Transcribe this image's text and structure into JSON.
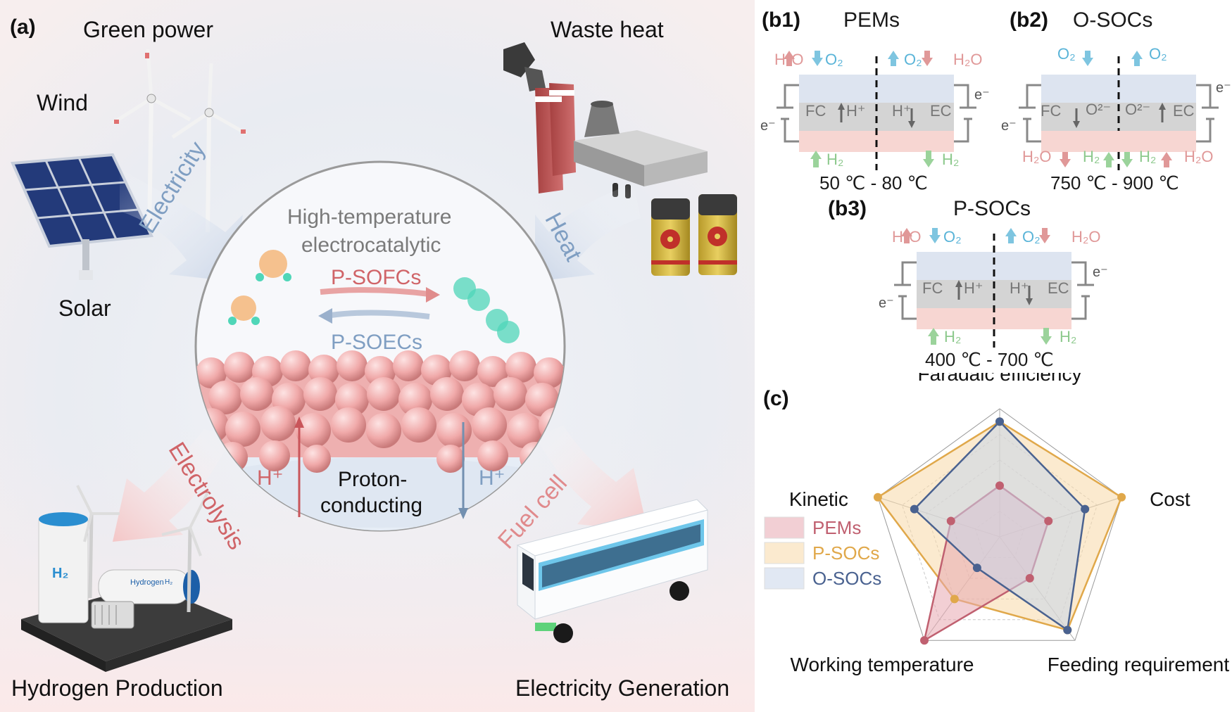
{
  "panel_a": {
    "letter": "(a)",
    "green_power": "Green power",
    "wind": "Wind",
    "solar": "Solar",
    "waste_heat": "Waste heat",
    "electricity_arrow": "Electricity",
    "heat_arrow": "Heat",
    "electrolysis_arrow": "Electrolysis",
    "fuel_cell_arrow": "Fuel cell",
    "hydrogen_production": "Hydrogen Production",
    "electricity_generation": "Electricity Generation",
    "circle_title_1": "High-temperature",
    "circle_title_2": "electrocatalytic",
    "psofcs": "P-SOFCs",
    "psoecs": "P-SOECs",
    "h_plus_left": "H⁺",
    "h_plus_right": "H⁺",
    "proton_1": "Proton-",
    "proton_2": "conducting",
    "tank_label": "H₂",
    "cylinder_label": "Hydrogen",
    "cylinder_sub": "H₂",
    "colors": {
      "red": "#c9555a",
      "blue": "#7390b0",
      "pink": "#e8a3a3",
      "teal": "#4fd6b8",
      "orange": "#f5b77a"
    }
  },
  "panel_b": {
    "b1": {
      "letter": "(b1)",
      "title": "PEMs",
      "temp": "50 ℃ - 80 ℃"
    },
    "b2": {
      "letter": "(b2)",
      "title": "O-SOCs",
      "temp": "750 ℃ - 900 ℃"
    },
    "b3": {
      "letter": "(b3)",
      "title": "P-SOCs",
      "temp": "400 ℃ - 700 ℃"
    },
    "fc": "FC",
    "ec": "EC",
    "h2o": "H₂O",
    "o2": "O₂",
    "h2": "H₂",
    "h_plus": "H⁺",
    "o2_ion": "O²⁻",
    "electron": "e⁻"
  },
  "panel_c": {
    "letter": "(c)",
    "chart_data": {
      "type": "radar",
      "axes": [
        "Faradaic efficiency",
        "Cost",
        "Feeding requirement",
        "Working temperature",
        "Kinetic"
      ],
      "max": 5,
      "series": [
        {
          "name": "PEMs",
          "values": [
            2,
            2,
            2,
            5,
            2
          ],
          "fill": "#e8a8b0",
          "stroke": "#c06070"
        },
        {
          "name": "P-SOCs",
          "values": [
            4.5,
            5,
            4.5,
            3,
            5
          ],
          "fill": "#f7d9a8",
          "stroke": "#e0a84a"
        },
        {
          "name": "O-SOCs",
          "values": [
            4.5,
            3.5,
            4.5,
            1.5,
            3.5
          ],
          "fill": "#c8d6ea",
          "stroke": "#4a6290"
        }
      ]
    }
  }
}
